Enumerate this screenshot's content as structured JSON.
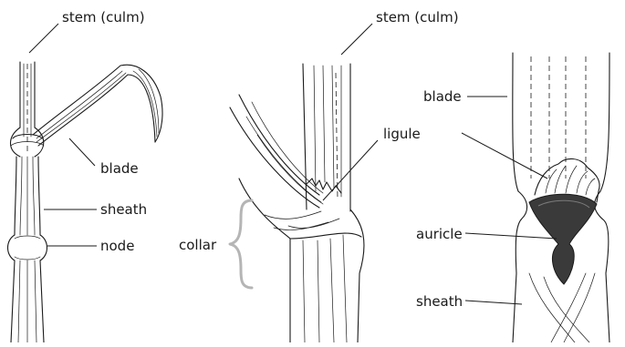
{
  "figure": {
    "panel_left": {
      "stem_label": "stem (culm)",
      "blade_label": "blade",
      "sheath_label": "sheath",
      "node_label": "node"
    },
    "panel_middle": {
      "stem_label": "stem (culm)",
      "ligule_label": "ligule",
      "collar_label": "collar"
    },
    "panel_right": {
      "blade_label": "blade",
      "auricle_label": "auricle",
      "sheath_label": "sheath"
    }
  },
  "colors": {
    "ink": "#1a1a1a",
    "brace": "#b5b5b5",
    "background": "#ffffff"
  }
}
